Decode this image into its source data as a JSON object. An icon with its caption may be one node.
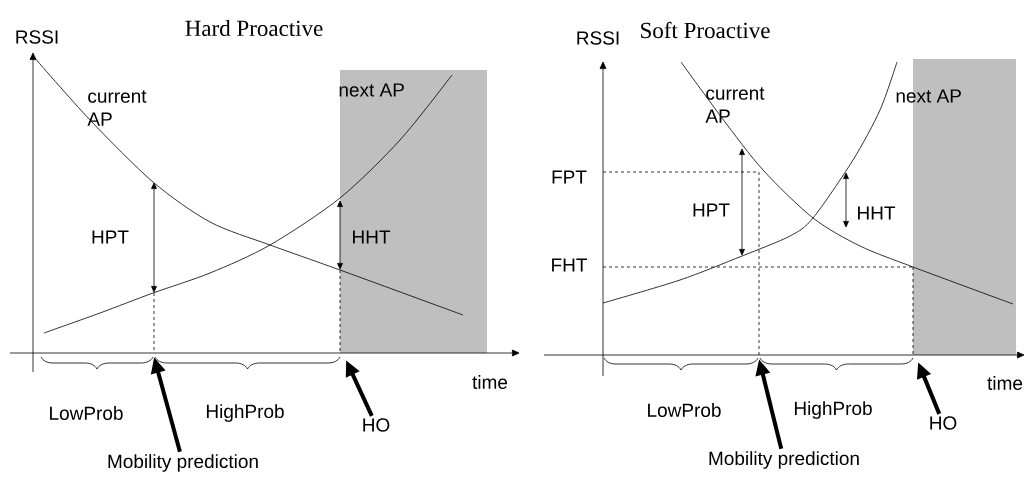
{
  "diagram": {
    "nodes": [
      {
        "text": [
          "Mobility prediction"
        ]
      },
      {
        "text": [
          "HO"
        ]
      },
      {
        "text": [
          "Mobility prediction"
        ]
      },
      {
        "text": [
          "HO"
        ]
      }
    ],
    "edges": [
      {
        "from": 0,
        "to": null,
        "arrow": "to"
      },
      {
        "from": 1,
        "to": null,
        "arrow": "to"
      },
      {
        "from": 2,
        "to": null,
        "arrow": "to"
      },
      {
        "from": 3,
        "to": null,
        "arrow": "to"
      }
    ],
    "labels": [
      "Hard Proactive",
      "RSSI",
      "current AP",
      "next AP",
      "HPT",
      "HHT",
      "time",
      "LowProb",
      "HighProb",
      "Soft Proactive",
      "RSSI",
      "current AP",
      "next AP",
      "FPT",
      "HPT",
      "HHT",
      "FHT",
      "time",
      "LowProb",
      "HighProb"
    ]
  }
}
